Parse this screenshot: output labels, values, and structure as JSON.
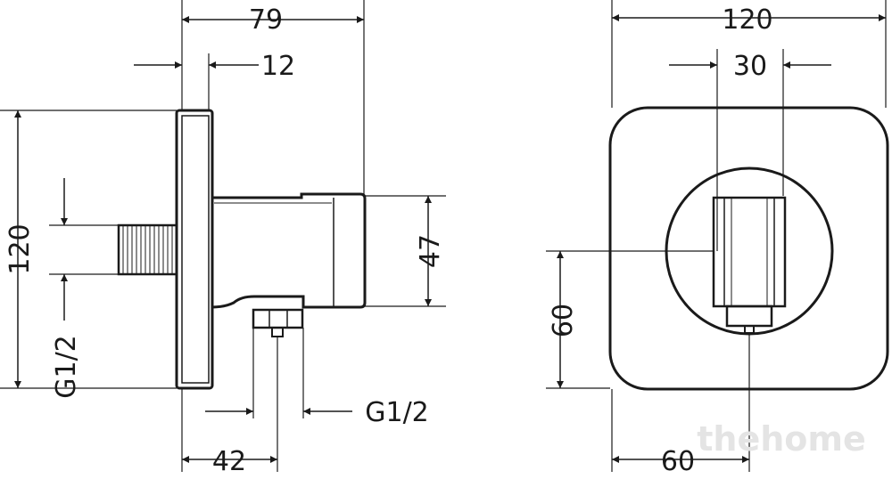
{
  "side_view": {
    "dim_overall_depth": "79",
    "dim_plate_thickness": "12",
    "dim_height": "120",
    "dim_outlet_height": "47",
    "dim_inlet_thread": "G1/2",
    "dim_outlet_thread": "G1/2",
    "dim_outlet_offset": "42"
  },
  "front_view": {
    "dim_width": "120",
    "dim_holder_width": "30",
    "dim_center_height": "60",
    "dim_center_offset": "60"
  },
  "watermark": "thehome"
}
